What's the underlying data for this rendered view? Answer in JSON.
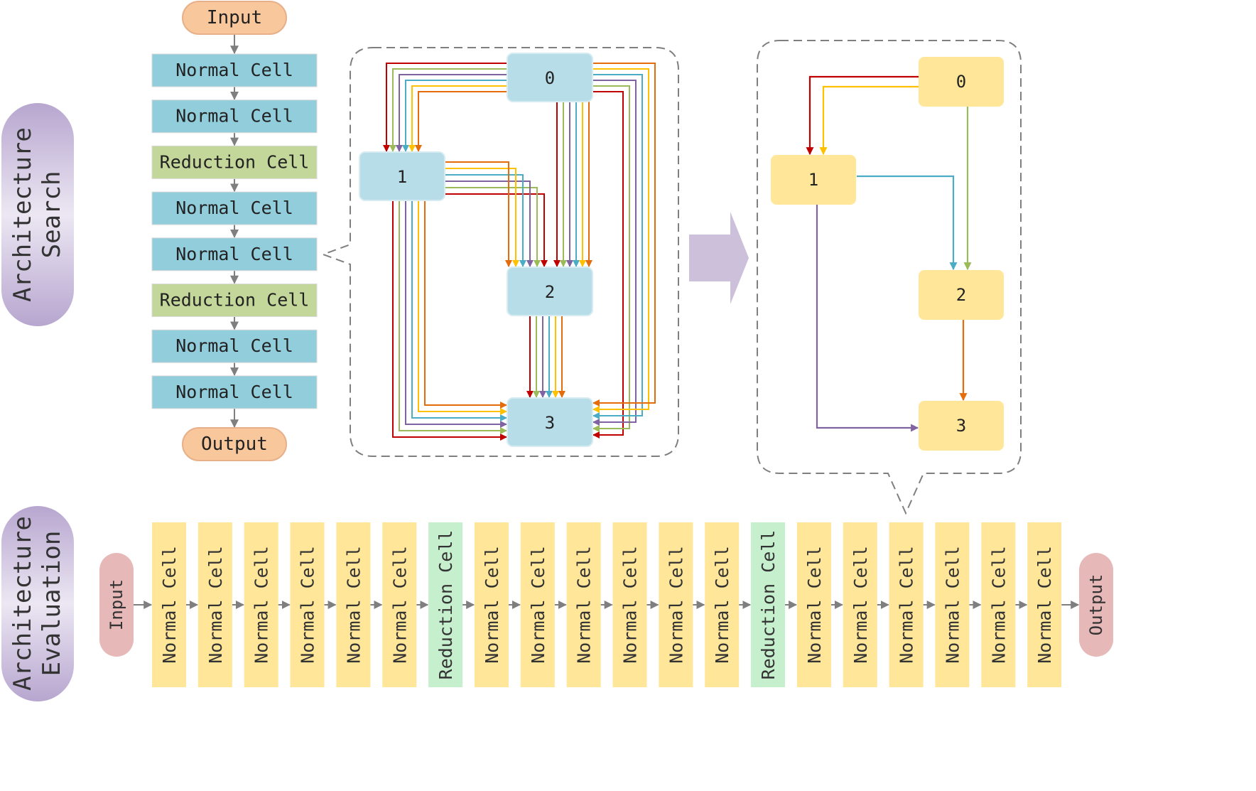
{
  "side_labels": {
    "search": [
      "Architecture",
      "Search"
    ],
    "evaluation": [
      "Architecture",
      "Evaluation"
    ]
  },
  "search_stack": {
    "input": "Input",
    "output": "Output",
    "cells": [
      "Normal Cell",
      "Normal Cell",
      "Reduction Cell",
      "Normal Cell",
      "Normal Cell",
      "Reduction Cell",
      "Normal Cell",
      "Normal Cell"
    ]
  },
  "search_cell": {
    "nodes": [
      "0",
      "1",
      "2",
      "3"
    ]
  },
  "final_cell": {
    "nodes": [
      "0",
      "1",
      "2",
      "3"
    ]
  },
  "evaluation_row": {
    "input": "Input",
    "output": "Output",
    "cells": [
      "Normal Cell",
      "Normal Cell",
      "Normal Cell",
      "Normal Cell",
      "Normal Cell",
      "Normal Cell",
      "Reduction Cell",
      "Normal Cell",
      "Normal Cell",
      "Normal Cell",
      "Normal Cell",
      "Normal Cell",
      "Normal Cell",
      "Reduction Cell",
      "Normal Cell",
      "Normal Cell",
      "Normal Cell",
      "Normal Cell",
      "Normal Cell",
      "Normal Cell"
    ]
  },
  "colors": {
    "input_output": "#f8c79c",
    "normal_cell": "#92cddc",
    "reduction_cell": "#c4d79b",
    "search_node": "#b7dde8",
    "final_node": "#ffe699",
    "eval_normal": "#ffe699",
    "eval_reduction": "#c6efce",
    "eval_io": "#e6b8b7",
    "side_label": "#c8b9d9",
    "big_arrow": "#ccc0da",
    "edge_palette": [
      "#c00000",
      "#9bbb59",
      "#8064a2",
      "#4bacc6",
      "#ffc000",
      "#e46c0a"
    ]
  }
}
